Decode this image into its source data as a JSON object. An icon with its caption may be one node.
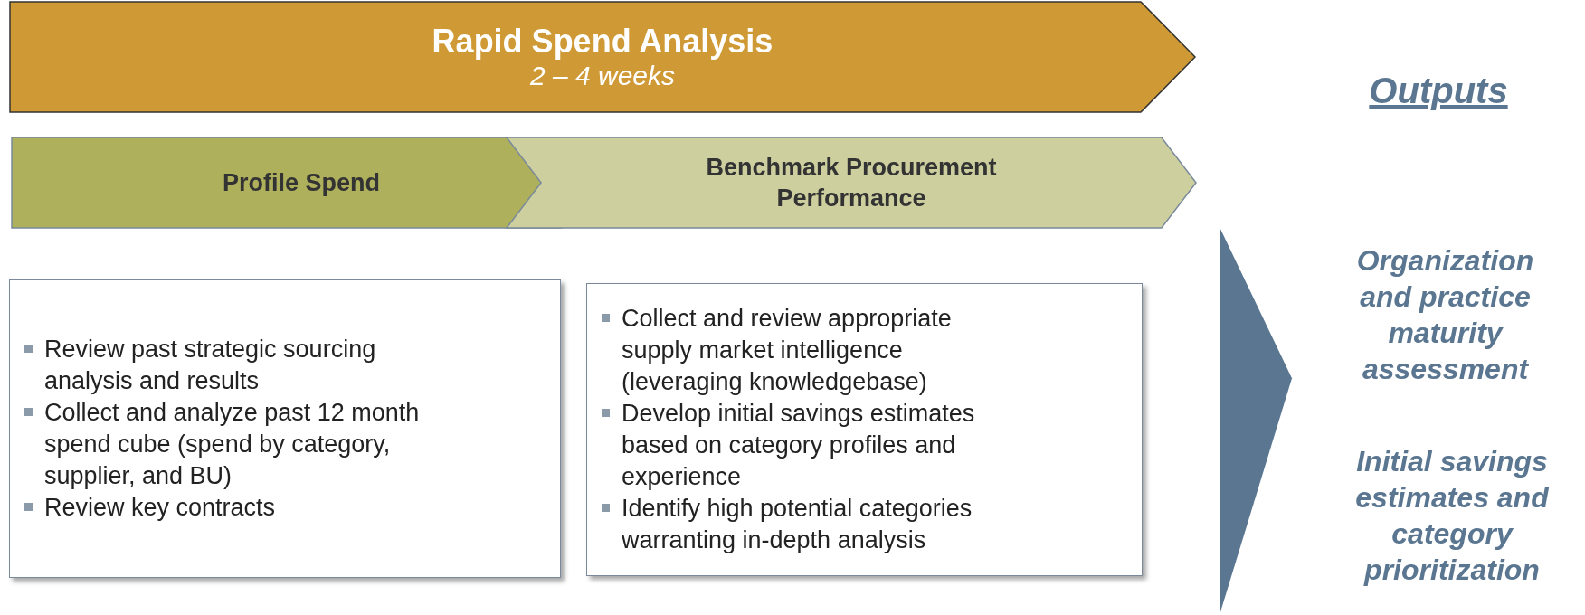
{
  "diagram": {
    "nodes": [
      {
        "text": [
          "Rapid Spend Analysis",
          "2 – 4 weeks"
        ]
      },
      {
        "text": [
          "Profile Spend"
        ]
      },
      {
        "text": [
          "Benchmark Procurement Performance"
        ]
      },
      {
        "text": [
          "Review past strategic sourcing analysis and results",
          "Collect and analyze past 12 month spend cube (spend by category, supplier, and BU)",
          "Review key contracts"
        ]
      },
      {
        "text": [
          "Collect and review appropriate supply market intelligence (leveraging knowledgebase)",
          "Develop initial savings estimates based on category profiles and experience",
          "Identify high potential categories warranting in-depth analysis"
        ]
      },
      {
        "text": [],
        "shape": "triangle"
      }
    ],
    "labels": [
      "Outputs",
      "Organization and practice maturity assessment",
      "Initial savings estimates and category prioritization"
    ]
  }
}
